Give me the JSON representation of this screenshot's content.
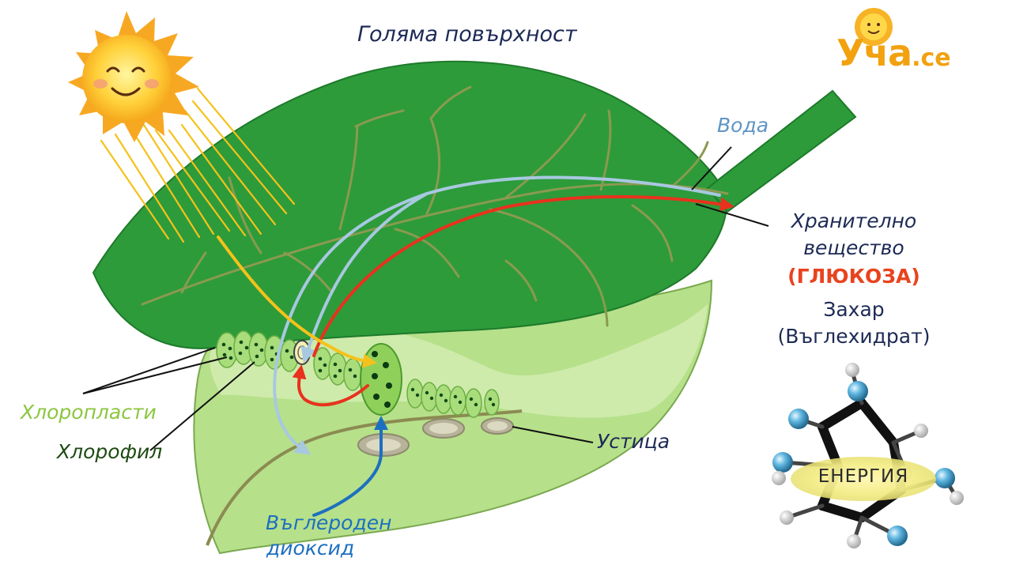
{
  "title": "Голяма повърхност",
  "logo": {
    "main": "Уча",
    "domain": ".се"
  },
  "labels": {
    "water": "Вода",
    "food_line1": "Хранително",
    "food_line2": "вещество",
    "glucose": "(ГЛЮКОЗА)",
    "sugar": "Захар",
    "carbohydrate": "(Въглехидрат)",
    "chloroplasts": "Хлоропласти",
    "chlorophyll": "Хлорофил",
    "stoma": "Устица",
    "co2_line1": "Въглероден",
    "co2_line2": "диоксид",
    "energy": "ЕНЕРГИЯ"
  },
  "colors": {
    "leaf_dark": "#2d9b3a",
    "leaf_light": "#b6e08a",
    "water": "#a8c8e0",
    "glucose": "#e8321e",
    "light_ray": "#f5c21b",
    "co2": "#1d6fc0",
    "chloroplast_label": "#8cc63f",
    "chlorophyll_label": "#1d4a12"
  }
}
